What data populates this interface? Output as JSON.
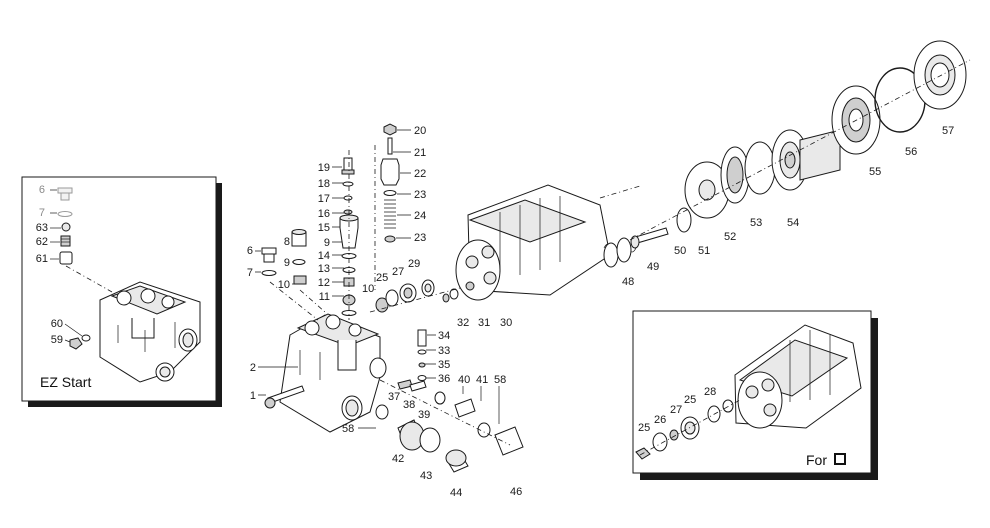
{
  "callouts": [
    {
      "id": "c20",
      "text": "20"
    },
    {
      "id": "c21",
      "text": "21"
    },
    {
      "id": "c22",
      "text": "22"
    },
    {
      "id": "c23a",
      "text": "23"
    },
    {
      "id": "c24",
      "text": "24"
    },
    {
      "id": "c23b",
      "text": "23"
    },
    {
      "id": "c19",
      "text": "19"
    },
    {
      "id": "c18",
      "text": "18"
    },
    {
      "id": "c17",
      "text": "17"
    },
    {
      "id": "c16",
      "text": "16"
    },
    {
      "id": "c15",
      "text": "15"
    },
    {
      "id": "c9a",
      "text": "9"
    },
    {
      "id": "c14",
      "text": "14"
    },
    {
      "id": "c13",
      "text": "13"
    },
    {
      "id": "c12",
      "text": "12"
    },
    {
      "id": "c11",
      "text": "11"
    },
    {
      "id": "c8",
      "text": "8"
    },
    {
      "id": "c9b",
      "text": "9"
    },
    {
      "id": "c10a",
      "text": "10"
    },
    {
      "id": "c6",
      "text": "6"
    },
    {
      "id": "c7",
      "text": "7"
    },
    {
      "id": "c25a",
      "text": "25"
    },
    {
      "id": "c27a",
      "text": "27"
    },
    {
      "id": "c29",
      "text": "29"
    },
    {
      "id": "c10b",
      "text": "10"
    },
    {
      "id": "c32",
      "text": "32"
    },
    {
      "id": "c31",
      "text": "31"
    },
    {
      "id": "c30",
      "text": "30"
    },
    {
      "id": "c48",
      "text": "48"
    },
    {
      "id": "c49",
      "text": "49"
    },
    {
      "id": "c50",
      "text": "50"
    },
    {
      "id": "c51",
      "text": "51"
    },
    {
      "id": "c52",
      "text": "52"
    },
    {
      "id": "c53",
      "text": "53"
    },
    {
      "id": "c54",
      "text": "54"
    },
    {
      "id": "c55",
      "text": "55"
    },
    {
      "id": "c56",
      "text": "56"
    },
    {
      "id": "c57",
      "text": "57"
    },
    {
      "id": "c34",
      "text": "34"
    },
    {
      "id": "c33",
      "text": "33"
    },
    {
      "id": "c35",
      "text": "35"
    },
    {
      "id": "c36",
      "text": "36"
    },
    {
      "id": "c2",
      "text": "2"
    },
    {
      "id": "c1",
      "text": "1"
    },
    {
      "id": "c37",
      "text": "37"
    },
    {
      "id": "c38",
      "text": "38"
    },
    {
      "id": "c39",
      "text": "39"
    },
    {
      "id": "c40",
      "text": "40"
    },
    {
      "id": "c41",
      "text": "41"
    },
    {
      "id": "c58a",
      "text": "58"
    },
    {
      "id": "c58b",
      "text": "58"
    },
    {
      "id": "c42",
      "text": "42"
    },
    {
      "id": "c43",
      "text": "43"
    },
    {
      "id": "c44",
      "text": "44"
    },
    {
      "id": "c46",
      "text": "46"
    },
    {
      "id": "i6",
      "text": "6"
    },
    {
      "id": "i7",
      "text": "7"
    },
    {
      "id": "i63",
      "text": "63"
    },
    {
      "id": "i62",
      "text": "62"
    },
    {
      "id": "i61",
      "text": "61"
    },
    {
      "id": "i60",
      "text": "60"
    },
    {
      "id": "i59",
      "text": "59"
    },
    {
      "id": "k28",
      "text": "28"
    },
    {
      "id": "k25a",
      "text": "25"
    },
    {
      "id": "k27",
      "text": "27"
    },
    {
      "id": "k26",
      "text": "26"
    },
    {
      "id": "k25b",
      "text": "25"
    }
  ],
  "inset_left": {
    "caption": "EZ Start"
  },
  "inset_right": {
    "caption": "For",
    "caption_icon": "empty-square-icon"
  }
}
